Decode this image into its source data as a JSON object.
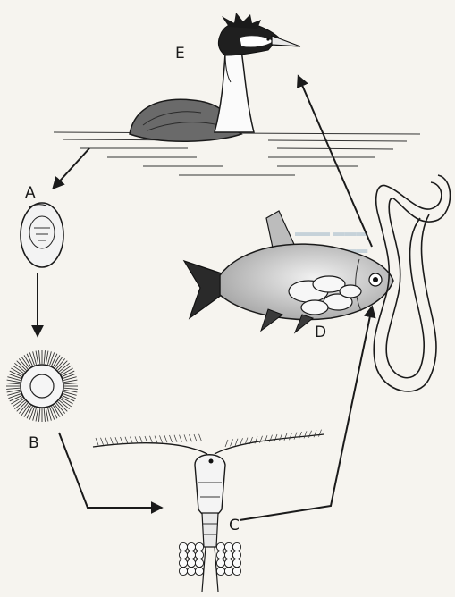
{
  "figure": {
    "labels": {
      "a": "A",
      "b": "B",
      "c": "C",
      "d": "D",
      "e": "E"
    },
    "stages": [
      {
        "id": "A",
        "depicts": "egg"
      },
      {
        "id": "B",
        "depicts": "coracidium"
      },
      {
        "id": "C",
        "depicts": "copepod"
      },
      {
        "id": "D",
        "depicts": "fish"
      },
      {
        "id": "E",
        "depicts": "grebe"
      }
    ],
    "colors": {
      "ink": "#1a1a1a",
      "paper": "#f6f4ef",
      "bleed": "#9fb7c8"
    }
  }
}
